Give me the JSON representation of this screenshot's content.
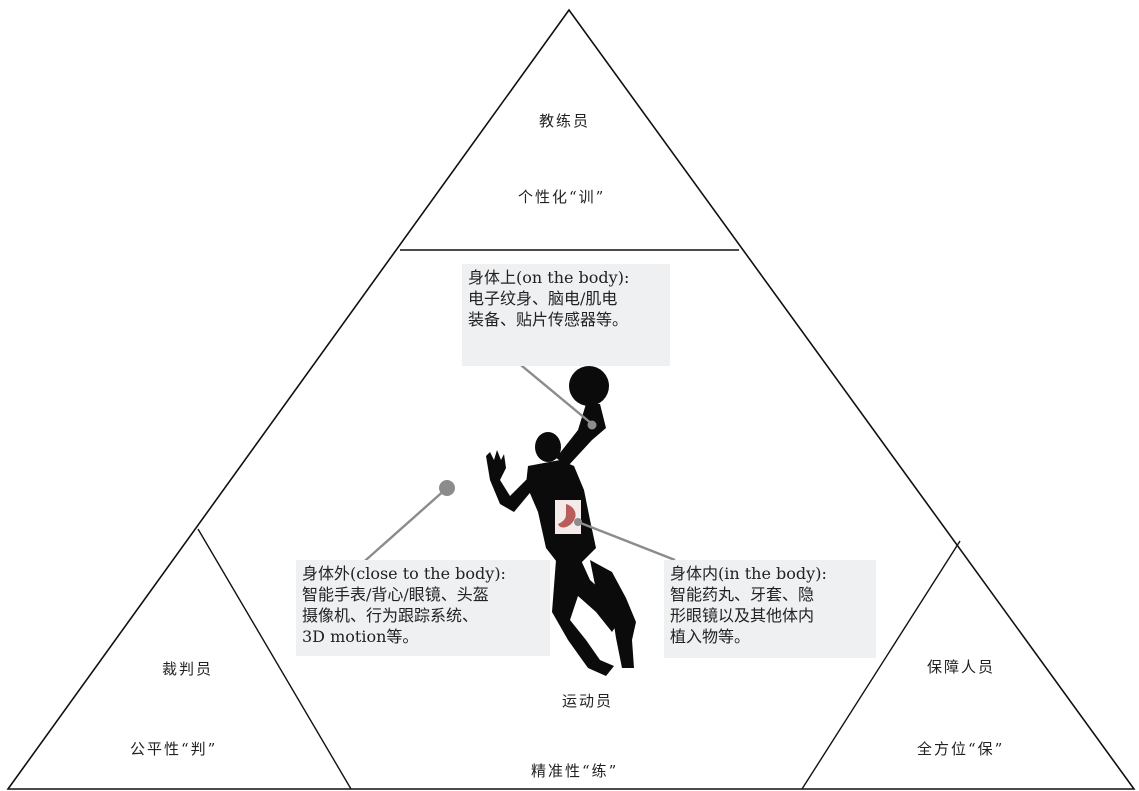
{
  "sections": {
    "top": {
      "role": "教练员",
      "goal": "个性化“训”"
    },
    "left": {
      "role": "裁判员",
      "goal": "公平性“判”"
    },
    "right": {
      "role": "保障人员",
      "goal": "全方位“保”"
    },
    "center": {
      "role": "运动员",
      "goal": "精准性“练”"
    }
  },
  "callouts": {
    "on_body": {
      "title": "身体上(on the body):",
      "lines": [
        "电子纹身、脑电/肌电",
        "装备、贴片传感器等。"
      ]
    },
    "close_body": {
      "title": "身体外(close to the body):",
      "lines": [
        "智能手表/背心/眼镜、头盔",
        "摄像机、行为跟踪系统、",
        "3D motion等。"
      ]
    },
    "in_body": {
      "title": "身体内(in the body):",
      "lines": [
        "智能药丸、牙套、隐",
        "形眼镜以及其他体内",
        "植入物等。"
      ]
    }
  },
  "colors": {
    "outline": "#111111",
    "callout_bg": "#eef0f2",
    "connector": "#8c8c8c",
    "silhouette": "#0b0b0b",
    "organ": "#b85c5c"
  }
}
